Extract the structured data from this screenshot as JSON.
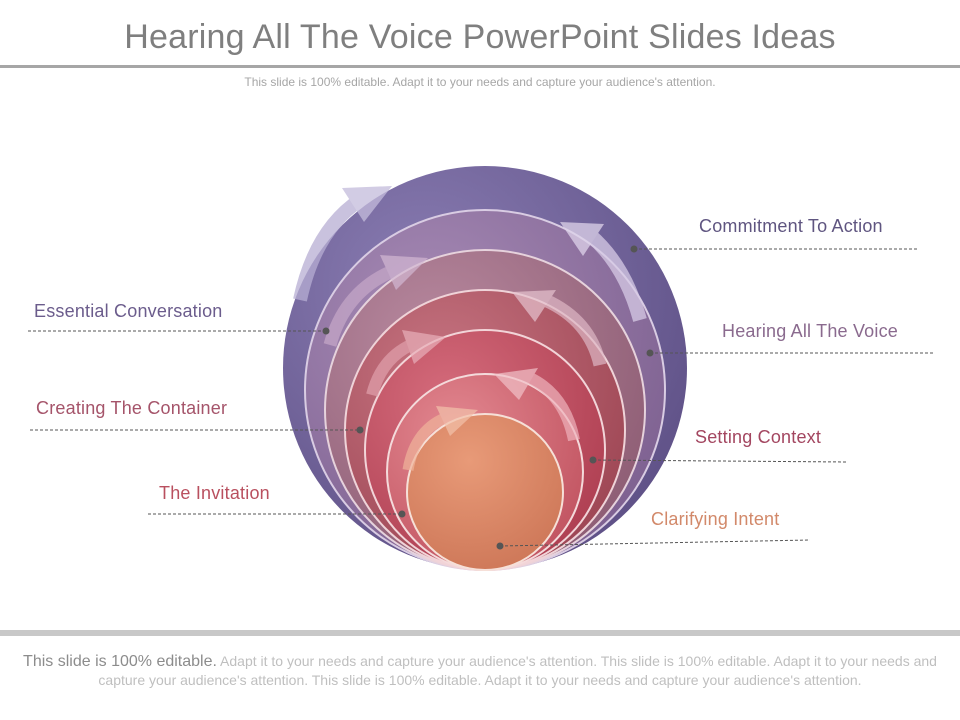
{
  "header": {
    "title": "Hearing All The Voice PowerPoint Slides Ideas",
    "subtitle": "This slide is 100% editable. Adapt it to your needs and capture your audience's attention."
  },
  "labels": {
    "commitment": "Commitment  To Action",
    "essential": "Essential Conversation",
    "hearing": "Hearing All The Voice",
    "container": "Creating The Container",
    "context": "Setting Context",
    "invitation": "The Invitation",
    "clarifying": "Clarifying Intent"
  },
  "colors": {
    "layer_1": "#6e5f96",
    "layer_2": "#8a6e9c",
    "layer_3": "#9b6a82",
    "layer_4": "#ab5663",
    "layer_5": "#b94a5c",
    "layer_6": "#c9646e",
    "core": "#d9805f",
    "label_purple": "#5f5580",
    "label_mauve": "#8a6a8e",
    "label_rose": "#a5546a",
    "label_orange": "#d2896a"
  },
  "footer": {
    "lead": "This slide is 100% editable.",
    "text": " Adapt it to your needs and capture your audience's attention. This slide is 100% editable. Adapt it to your needs and capture your audience's attention. This slide is 100% editable. Adapt it to your needs and capture your audience's attention."
  }
}
